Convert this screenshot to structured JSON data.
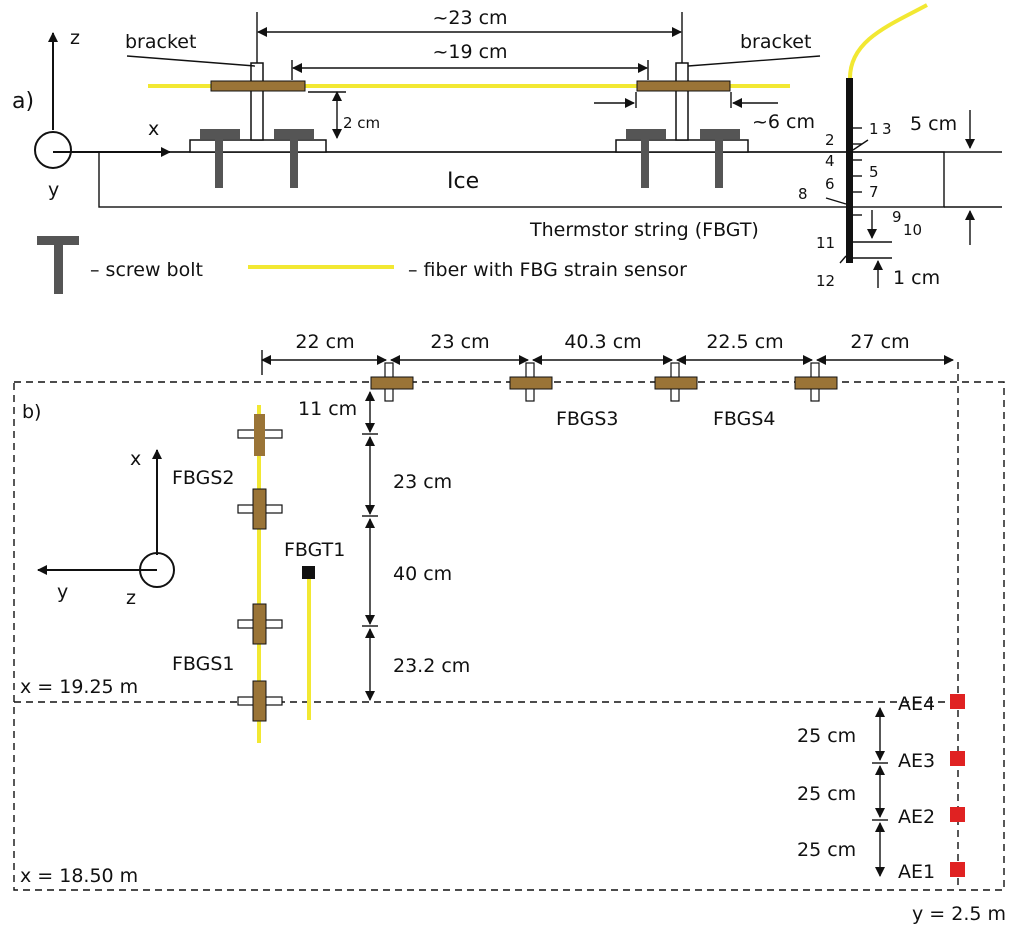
{
  "panel_a": {
    "label": "a)",
    "axes": {
      "z": "z",
      "x": "x",
      "y": "y"
    },
    "bracket_left": "bracket",
    "bracket_right": "bracket",
    "dim_23": "~23 cm",
    "dim_19": "~19 cm",
    "dim_6": "~6 cm",
    "dim_2": "2 cm",
    "dim_5": "5 cm",
    "dim_1": "1 cm",
    "ice": "Ice",
    "thermistor": "Thermstor string (FBGT)",
    "sensor_numbers": [
      "1",
      "2",
      "3",
      "4",
      "5",
      "6",
      "7",
      "8",
      "9",
      "10",
      "11",
      "12"
    ],
    "legend": {
      "bolt": "– screw bolt",
      "fiber": "– fiber with FBG strain sensor"
    }
  },
  "panel_b": {
    "label": "b)",
    "axes": {
      "x": "x",
      "y": "y",
      "z": "z"
    },
    "top_dims": [
      "22 cm",
      "23 cm",
      "40.3 cm",
      "22.5 cm",
      "27 cm"
    ],
    "vert_dims": [
      "11 cm",
      "23 cm",
      "40 cm",
      "23.2 cm"
    ],
    "fbgs1": "FBGS1",
    "fbgs2": "FBGS2",
    "fbgs3": "FBGS3",
    "fbgs4": "FBGS4",
    "fbgt1": "FBGT1",
    "x_upper": "x = 19.25 m",
    "x_lower": "x = 18.50 m",
    "y_edge": "y = 2.5 m",
    "ae": [
      "AE4",
      "AE3",
      "AE2",
      "AE1"
    ],
    "ae_spacing": [
      "25 cm",
      "25 cm",
      "25 cm"
    ]
  },
  "colors": {
    "fiber": "#f2e832",
    "bracket_plate": "#9a7437",
    "bolt": "#555555",
    "ae": "#e02222",
    "line": "#111111"
  }
}
